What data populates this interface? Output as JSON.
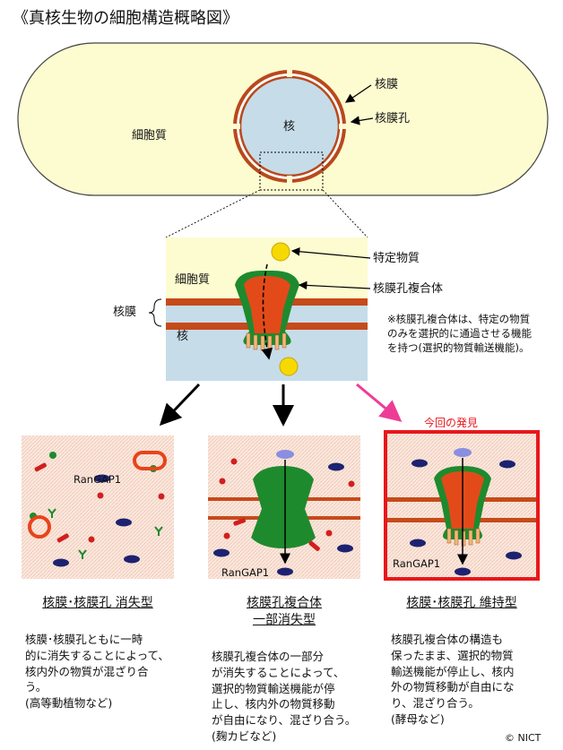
{
  "title": "《真核生物の細胞構造概略図》",
  "cell": {
    "cytoplasm": "細胞質",
    "nucleus": "核",
    "nuclear_membrane": "核膜",
    "nuclear_pore": "核膜孔"
  },
  "zoom": {
    "cytoplasm": "細胞質",
    "nucleus": "核",
    "membrane": "核膜",
    "specific_substance": "特定物質",
    "pore_complex": "核膜孔複合体",
    "note": "※核膜孔複合体は、特定の物質\nのみを選択的に通過させる機能\nを持つ(選択的物質輸送機能)。"
  },
  "panels": [
    {
      "label": "RanGAP1",
      "caption": "核膜･核膜孔 消失型",
      "description": "核膜･核膜孔ともに一時\n的に消失することによって、\n核内外の物質が混ざり合\nう。\n(高等動植物など)"
    },
    {
      "label": "RanGAP1",
      "caption": "核膜孔複合体\n一部消失型",
      "description": "核膜孔複合体の一部分\nが消失することによって、\n選択的物質輸送機能が停\n止し、核内外の物質移動\nが自由になり、混ざり合う。\n(麹カビなど)"
    },
    {
      "label": "RanGAP1",
      "caption": "核膜･核膜孔 維持型",
      "description": "核膜孔複合体の構造も\n保ったまま、選択的物質\n輸送機能が停止し、核内\n外の物質移動が自由にな\nり、混ざり合う。\n(酵母など)"
    }
  ],
  "discovery_label": "今回の発見",
  "copyright": "© NICT",
  "colors": {
    "cytoplasm": "#fdfbd0",
    "nucleus": "#c6dce8",
    "membrane": "#b8491c",
    "pore_green": "#1e8a2e",
    "pore_red": "#e34a1a",
    "pore_orange": "#f4b57a",
    "substance": "#f6d900",
    "highlight": "#e8171b",
    "arrow_pink": "#ee3c96"
  }
}
